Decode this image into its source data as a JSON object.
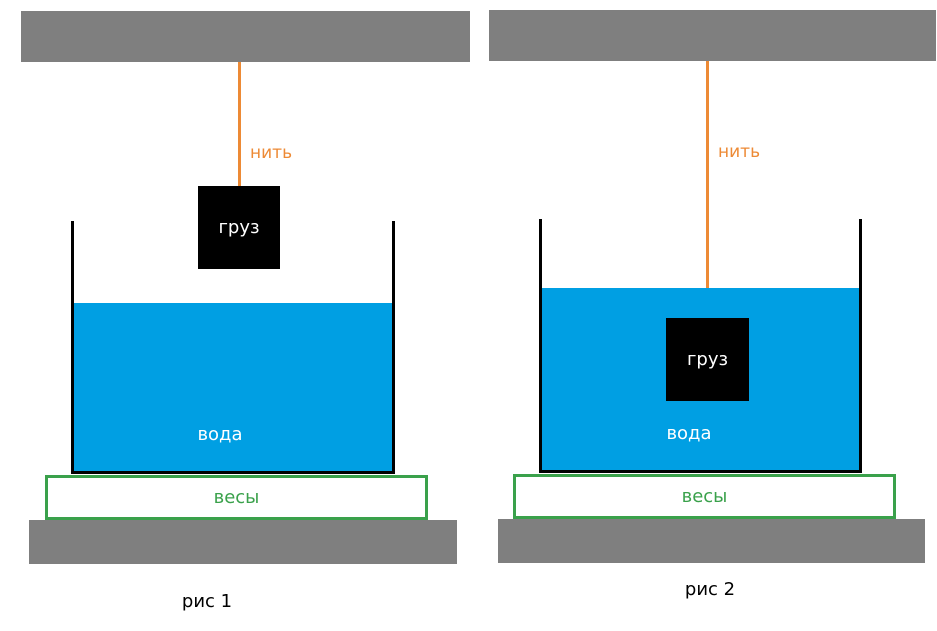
{
  "colors": {
    "ceiling_floor": "#7f7f7f",
    "thread": "#ed8a35",
    "water": "#009fe3",
    "weight": "#000000",
    "scale_border": "#3aa14b"
  },
  "figures": [
    {
      "thread_label": "нить",
      "weight_label": "груз",
      "water_label": "вода",
      "scale_label": "весы",
      "caption": "рис 1"
    },
    {
      "thread_label": "нить",
      "weight_label": "груз",
      "water_label": "вода",
      "scale_label": "весы",
      "caption": "рис 2"
    }
  ]
}
